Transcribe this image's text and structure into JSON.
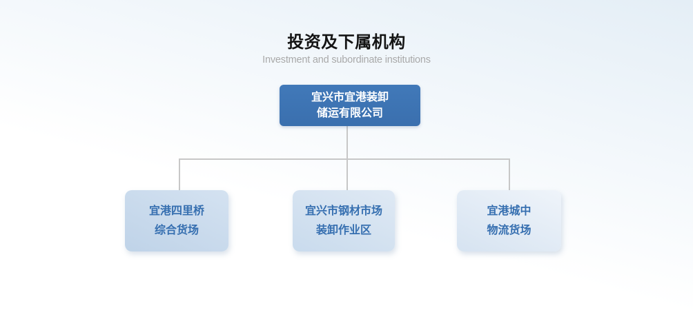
{
  "header": {
    "title": "投资及下属机构",
    "subtitle": "Investment and subordinate institutions"
  },
  "org_chart": {
    "root": {
      "line1": "宜兴市宜港装卸",
      "line2": "储运有限公司"
    },
    "children": [
      {
        "line1": "宜港四里桥",
        "line2": "综合货场"
      },
      {
        "line1": "宜兴市钢材市场",
        "line2": "装卸作业区"
      },
      {
        "line1": "宜港城中",
        "line2": "物流货场"
      }
    ]
  },
  "colors": {
    "background_top": "#e4eef6",
    "background_bottom": "#ffffff",
    "root_box": "#3c73b4",
    "root_text": "#ffffff",
    "child_text": "#366fb0",
    "child_box_1": "#c8daec",
    "child_box_2": "#d2e0f0",
    "child_box_3": "#e0eaf5",
    "connector": "#c7c7c7",
    "title_text": "#141414",
    "subtitle_text": "#a9a9a9"
  }
}
